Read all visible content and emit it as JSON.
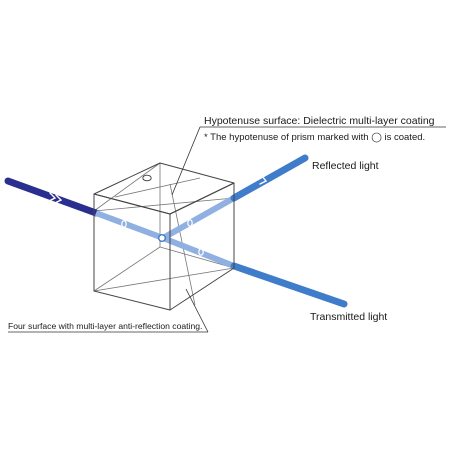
{
  "labels": {
    "hypotenuse_title": "Hypotenuse surface: Dielectric multi-layer coating",
    "hypotenuse_note": "* The hypotenuse of prism marked with ◯ is coated.",
    "reflected": "Reflected light",
    "transmitted": "Transmitted light",
    "antireflection": "Four surface with multi-layer anti-reflection coating."
  },
  "colors": {
    "incident_beam": "#2a2f8f",
    "reflected_beam": "#3f7cc9",
    "transmitted_beam": "#3f7cc9",
    "internal_beam": "#8fb0e0",
    "prism_edge": "#444444"
  },
  "icons": {
    "coated_marker": "circle-marker-icon",
    "beam_direction": "chevron-arrow-icon"
  }
}
